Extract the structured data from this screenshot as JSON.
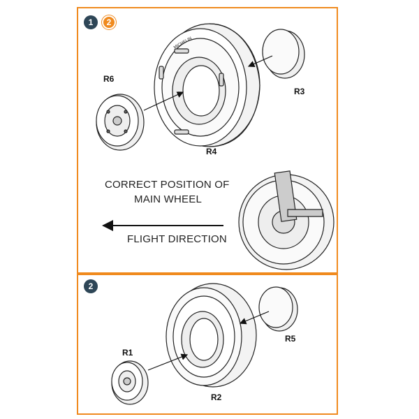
{
  "steps": {
    "step1": "1",
    "step1_alt": "2",
    "step2": "2"
  },
  "parts": {
    "r3": "R3",
    "r4": "R4",
    "r6": "R6",
    "r5": "R5",
    "r1": "R1",
    "r2": "R2"
  },
  "middle": {
    "position_line1": "CORRECT POSITION OF",
    "position_line2": "MAIN WHEEL",
    "flight_direction": "FLIGHT DIRECTION"
  },
  "colors": {
    "frame": "#f08a1e",
    "badge_dark": "#2e4657",
    "badge_orange": "#f08a1e"
  }
}
